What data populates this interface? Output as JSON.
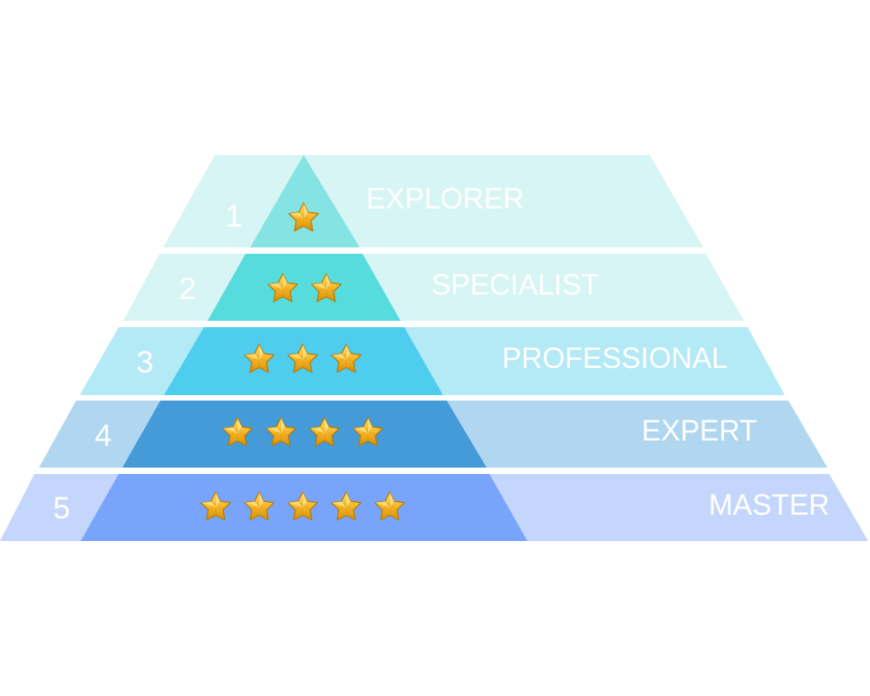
{
  "pyramid": {
    "levels": [
      {
        "number": "1",
        "label": "EXPLORER",
        "stars": 1,
        "outer_color": "#d6f5f4",
        "inner_color": "#86e3e3"
      },
      {
        "number": "2",
        "label": "SPECIALIST",
        "stars": 2,
        "outer_color": "#d6f5f4",
        "inner_color": "#57dcde"
      },
      {
        "number": "3",
        "label": "PROFESSIONAL",
        "stars": 3,
        "outer_color": "#b4e9f6",
        "inner_color": "#4ecdef"
      },
      {
        "number": "4",
        "label": "EXPERT",
        "stars": 4,
        "outer_color": "#b0d7ef",
        "inner_color": "#449bd8"
      },
      {
        "number": "5",
        "label": "MASTER",
        "stars": 5,
        "outer_color": "#c4d6fb",
        "inner_color": "#78a5fb"
      }
    ],
    "star_colors": {
      "light": "#ffe36b",
      "mid": "#f5b325",
      "dark": "#c88400"
    }
  }
}
